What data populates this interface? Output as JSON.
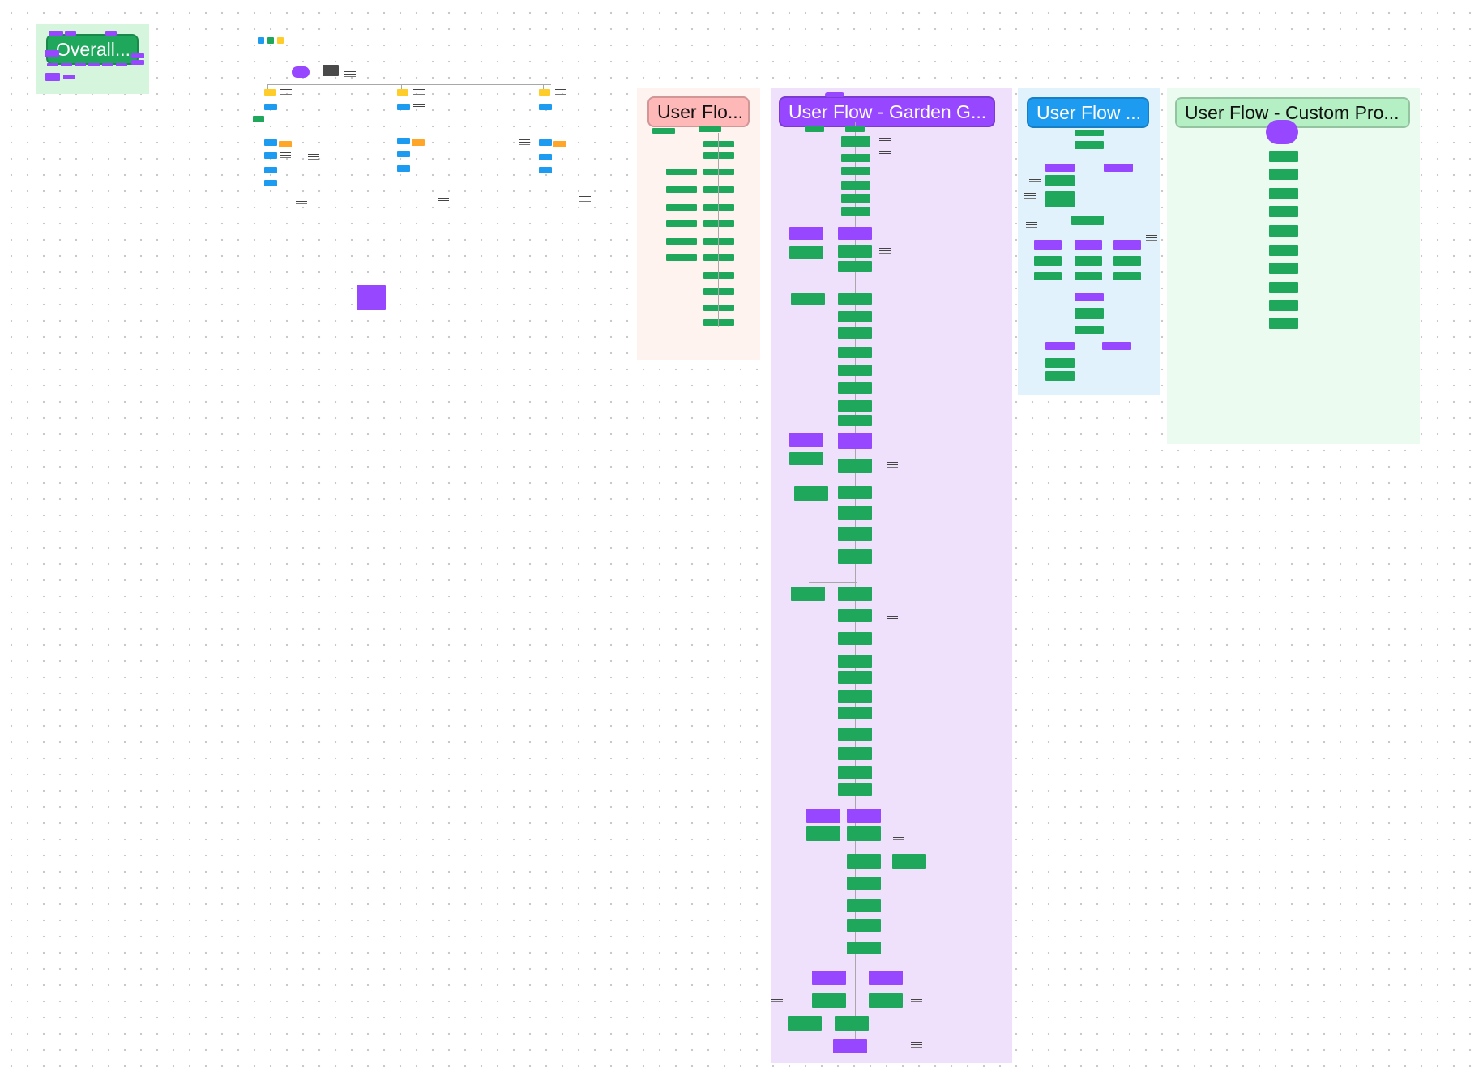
{
  "board": {
    "frames": [
      {
        "key": "overall",
        "title": "Overall...",
        "bg": "#d6f5dd",
        "title_bg": "#1fa75c",
        "title_color": "#ffffff"
      },
      {
        "key": "flow1",
        "title": "User Flo...",
        "bg": "#fff3f0",
        "title_bg": "#ffb8b8",
        "title_color": "#111111"
      },
      {
        "key": "garden",
        "title": "User Flow - Garden G...",
        "bg": "#efe0fc",
        "title_bg": "#9747ff",
        "title_color": "#ffffff"
      },
      {
        "key": "flow3",
        "title": "User Flow ...",
        "bg": "#e1f2fc",
        "title_bg": "#1d9bf0",
        "title_color": "#ffffff"
      },
      {
        "key": "custom",
        "title": "User Flow - Custom Pro...",
        "bg": "#ebfbef",
        "title_bg": "#b4f0c3",
        "title_color": "#111111"
      }
    ]
  },
  "colors": {
    "node_green": "#1fa75c",
    "node_purple": "#9747ff",
    "node_blue": "#1d9bf0",
    "node_orange": "#ffa629",
    "node_yellow": "#ffcd29",
    "edge": "#a8a8a8"
  },
  "icons": {
    "sitemap_start": "ellipse-node-icon",
    "image_thumbnail": "image-thumbnail-icon",
    "color_swatch": "color-swatch-icon"
  }
}
